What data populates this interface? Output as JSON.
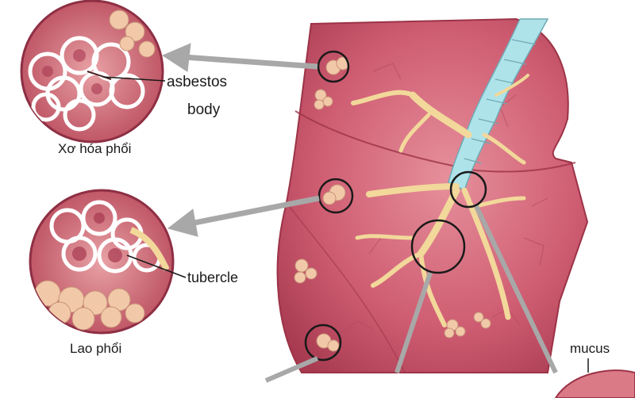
{
  "labels": {
    "asbestos_line1": "asbestos",
    "asbestos_line2": "body",
    "fibrosis_caption": "Xơ hóa phổi",
    "tubercle": "tubercle",
    "tb_caption": "Lao phổi",
    "mucus": "mucus"
  },
  "colors": {
    "lung": "#c9556a",
    "lung_light": "#e07f8f",
    "lung_dark": "#9c3347",
    "airway": "#aee3ea",
    "branch": "#f2d89a",
    "alveoli": "#f1c9a8",
    "arrow": "#a8a8a8",
    "circle_stroke": "#1a1a1a"
  }
}
